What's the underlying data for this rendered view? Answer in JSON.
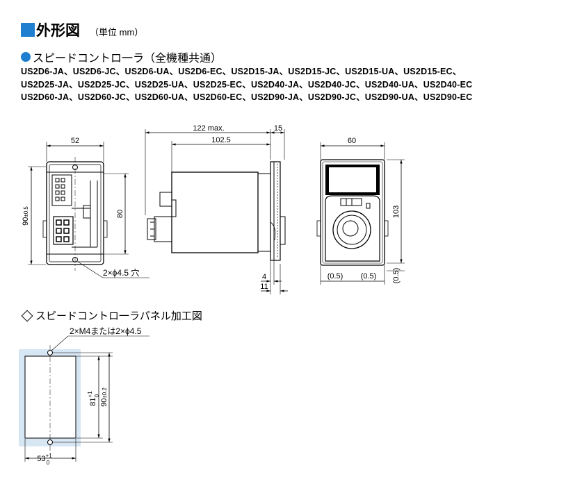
{
  "header": {
    "title": "外形図",
    "unit": "（単位 mm）"
  },
  "speed_controller": {
    "heading": "スピードコントロ一ラ（全機種共通）",
    "models_line1": "US2D6-JA、US2D6-JC、US2D6-UA、US2D6-EC、US2D15-JA、US2D15-JC、US2D15-UA、US2D15-EC、",
    "models_line2": "US2D25-JA、US2D25-JC、US2D25-UA、US2D25-EC、US2D40-JA、US2D40-JC、US2D40-UA、US2D40-EC",
    "models_line3": "US2D60-JA、US2D60-JC、US2D60-UA、US2D60-EC、US2D90-JA、US2D90-JC、US2D90-UA、US2D90-EC"
  },
  "rear_view": {
    "width": "52",
    "height": "90",
    "height_tol": "±0.5",
    "inner_height": "80",
    "hole_label": "2×ϕ4.5 穴"
  },
  "side_view": {
    "total_depth": "122 max.",
    "body_depth": "102.5",
    "front_depth": "15",
    "dim_4": "4",
    "dim_11": "11"
  },
  "front_view": {
    "width": "60",
    "height": "103",
    "margin_left": "(0.5)",
    "margin_right": "(0.5)",
    "margin_bottom": "(0.5)"
  },
  "panel_cut": {
    "heading": "スピードコントロ一ラパネル加工図",
    "hole_label": "2×M4または2×ϕ4.5",
    "inner_height": "81",
    "inner_tol_upper": "+1",
    "inner_tol_lower": "0",
    "outer_height": "90",
    "outer_tol": "±0.2",
    "width": "53",
    "width_tol_upper": "+1",
    "width_tol_lower": "0"
  },
  "colors": {
    "accent": "#1e7fd0",
    "panel_fill": "#d7e6f3"
  }
}
